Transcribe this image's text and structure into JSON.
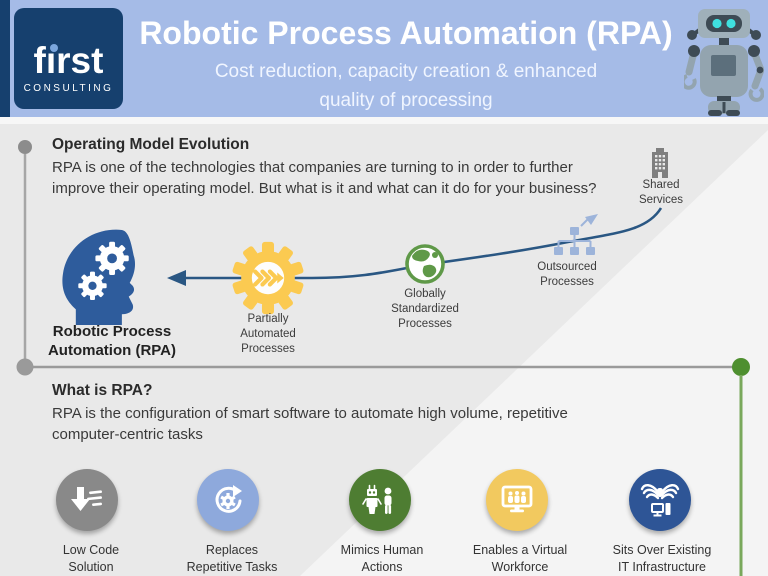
{
  "header": {
    "brand": "fırst",
    "brand_sub": "CONSULTING",
    "title": "Robotic Process Automation (RPA)",
    "subtitle": "Cost reduction, capacity creation & enhanced\nquality of processing"
  },
  "sections": {
    "operating_model": {
      "heading": "Operating Model Evolution",
      "body": "RPA is one of the technologies that companies are turning to in order to further improve their operating model. But what is it and what can it do for your business?"
    },
    "what_is_rpa": {
      "heading": "What is RPA?",
      "body": "RPA is the configuration of smart software to automate high volume, repetitive computer-centric tasks"
    }
  },
  "evolution": {
    "stages": [
      {
        "label": "Robotic Process\nAutomation (RPA)",
        "icon": "head-gears-icon"
      },
      {
        "label": "Partially\nAutomated\nProcesses",
        "icon": "gear-chevrons-icon"
      },
      {
        "label": "Globally\nStandardized\nProcesses",
        "icon": "globe-icon"
      },
      {
        "label": "Outsourced\nProcesses",
        "icon": "org-chart-icon"
      },
      {
        "label": "Shared\nServices",
        "icon": "building-icon"
      }
    ]
  },
  "features": [
    {
      "label": "Low Code\nSolution",
      "icon": "low-code-icon",
      "color": "#898989"
    },
    {
      "label": "Replaces\nRepetitive Tasks",
      "icon": "refresh-gear-icon",
      "color": "#8ea9dc"
    },
    {
      "label": "Mimics Human\nActions",
      "icon": "robot-human-icon",
      "color": "#4e7d32"
    },
    {
      "label": "Enables a Virtual\nWorkforce",
      "icon": "virtual-workforce-icon",
      "color": "#f2c95f"
    },
    {
      "label": "Sits Over Existing\nIT Infrastructure",
      "icon": "winged-it-icon",
      "color": "#2e5596"
    }
  ],
  "colors": {
    "header_bg": "#a5bbe7",
    "brand_navy": "#16406e",
    "curve_blue": "#2a5783",
    "timeline_gray": "#8c8c8c",
    "timeline_green": "#4e8f2f",
    "head_blue": "#2e5c9c",
    "gear_yellow": "#fbca51",
    "globe_green": "#5f9948",
    "orgchart_blue": "#9db4da",
    "building_gray": "#7f7f7f",
    "robot_body": "#93a4af",
    "robot_dark": "#3e4b55",
    "robot_eyes": "#3fe0df"
  }
}
